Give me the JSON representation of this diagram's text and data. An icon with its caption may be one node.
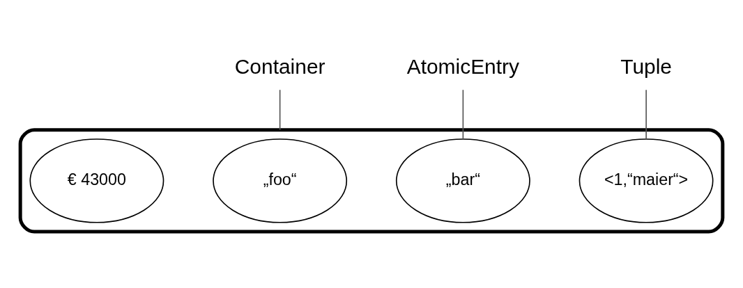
{
  "diagram": {
    "nodes": [
      {
        "text": [
          "Container"
        ]
      },
      {
        "text": [
          "AtomicEntry"
        ]
      },
      {
        "text": [
          "Tuple"
        ]
      },
      {
        "text": [],
        "shape": "cloud"
      },
      {
        "text": [
          "„foo“"
        ],
        "in": 3
      },
      {
        "text": [
          "„bar“"
        ],
        "in": 3
      },
      {
        "text": [
          "<1,“maier“>"
        ],
        "in": 3
      },
      {
        "text": [
          "€ 43000"
        ],
        "in": 3
      }
    ],
    "edges": [
      {
        "from": 0,
        "to": 3,
        "arrow": "none"
      },
      {
        "from": 1,
        "to": 5,
        "arrow": "none"
      },
      {
        "from": 2,
        "to": 6,
        "arrow": "none"
      }
    ]
  }
}
